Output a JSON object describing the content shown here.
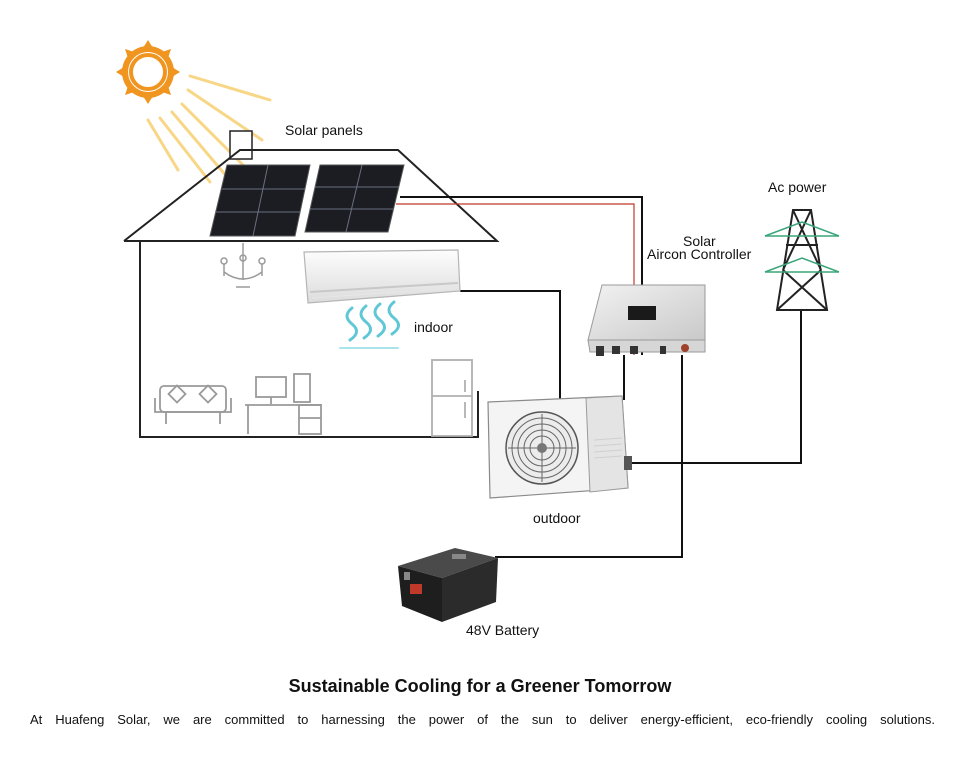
{
  "labels": {
    "solar_panels": "Solar panels",
    "ac_power": "Ac power",
    "controller_line1": "Solar",
    "controller_line2": "Aircon Controller",
    "indoor": "indoor",
    "outdoor": "outdoor",
    "battery": "48V Battery"
  },
  "heading": "Sustainable Cooling for a Greener Tomorrow",
  "description": "At Huafeng Solar, we are committed  to harnessing the power of the sun to deliver energy-efficient, eco-friendly cooling solutions.",
  "colors": {
    "sun": "#f0951f",
    "sun_rays": "#f7d37a",
    "wire": "#111111",
    "wire_red": "#c0392b",
    "airflow": "#5fc7d6",
    "tower_accent": "#3aa57a"
  },
  "icons": [
    "sun-icon",
    "solar-panel-icon",
    "air-conditioner-indoor-icon",
    "airflow-icon",
    "chandelier-icon",
    "sofa-icon",
    "desk-computer-icon",
    "refrigerator-icon",
    "controller-icon",
    "power-tower-icon",
    "outdoor-unit-icon",
    "battery-icon"
  ]
}
